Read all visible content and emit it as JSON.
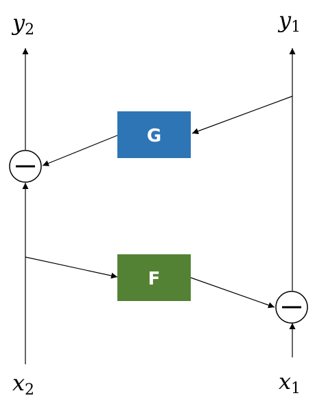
{
  "nodes": {
    "y2": {
      "var": "y",
      "sub": "2"
    },
    "y1": {
      "var": "y",
      "sub": "1"
    },
    "x2": {
      "var": "x",
      "sub": "2"
    },
    "x1": {
      "var": "x",
      "sub": "1"
    }
  },
  "blocks": {
    "g": {
      "label": "G",
      "color": "#2e75b6"
    },
    "f": {
      "label": "F",
      "color": "#548235"
    }
  },
  "operators": {
    "left": {
      "symbol": "minus"
    },
    "right": {
      "symbol": "minus"
    }
  }
}
